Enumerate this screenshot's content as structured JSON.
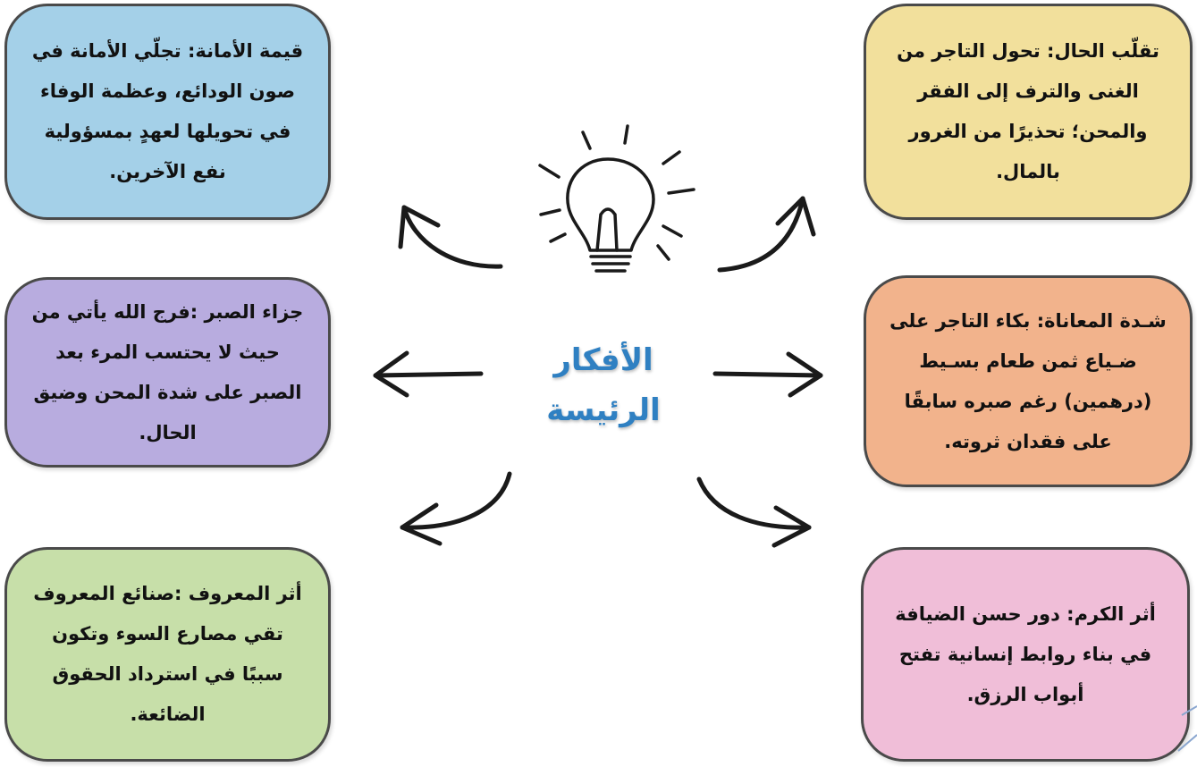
{
  "center": {
    "line1": "الأفكار",
    "line2": "الرئيسة",
    "color": "#2f80c2"
  },
  "ideas": {
    "amana": {
      "text": "قيمة الأمانة: تجلّي الأمانة في صون الودائع، وعظمة الوفاء في تحويلها لعهدٍ بمسؤولية نفع الآخرين.",
      "color": "#a4d0e8"
    },
    "sabr": {
      "text": "جزاء الصبر :فرج الله يأتي من حيث لا يحتسب المرء بعد الصبر على شدة المحن وضيق الحال.",
      "color": "#b8acdf"
    },
    "maruf": {
      "text": "أثر المعروف :صنائع المعروف تقي مصارع السوء وتكون سببًا في استرداد الحقوق الضائعة.",
      "color": "#c7dfa9"
    },
    "tahawul": {
      "text": "تقلّب الحال: تحول التاجر من الغنى والترف إلى الفقر والمحن؛ تحذيرًا من الغرور بالمال.",
      "color": "#f2e09c"
    },
    "muanat": {
      "text": "شـدة المعاناة: بكاء التاجر على ضـياع ثمن طعام بسـيط (درهمين) رغم صبره سابقًا على فقدان ثروته.",
      "color": "#f2b38c"
    },
    "karam": {
      "text": "أثر الكرم: دور حسن الضيافة في بناء روابط إنسانية تفتح أبواب الرزق.",
      "color": "#f0bed8"
    }
  }
}
